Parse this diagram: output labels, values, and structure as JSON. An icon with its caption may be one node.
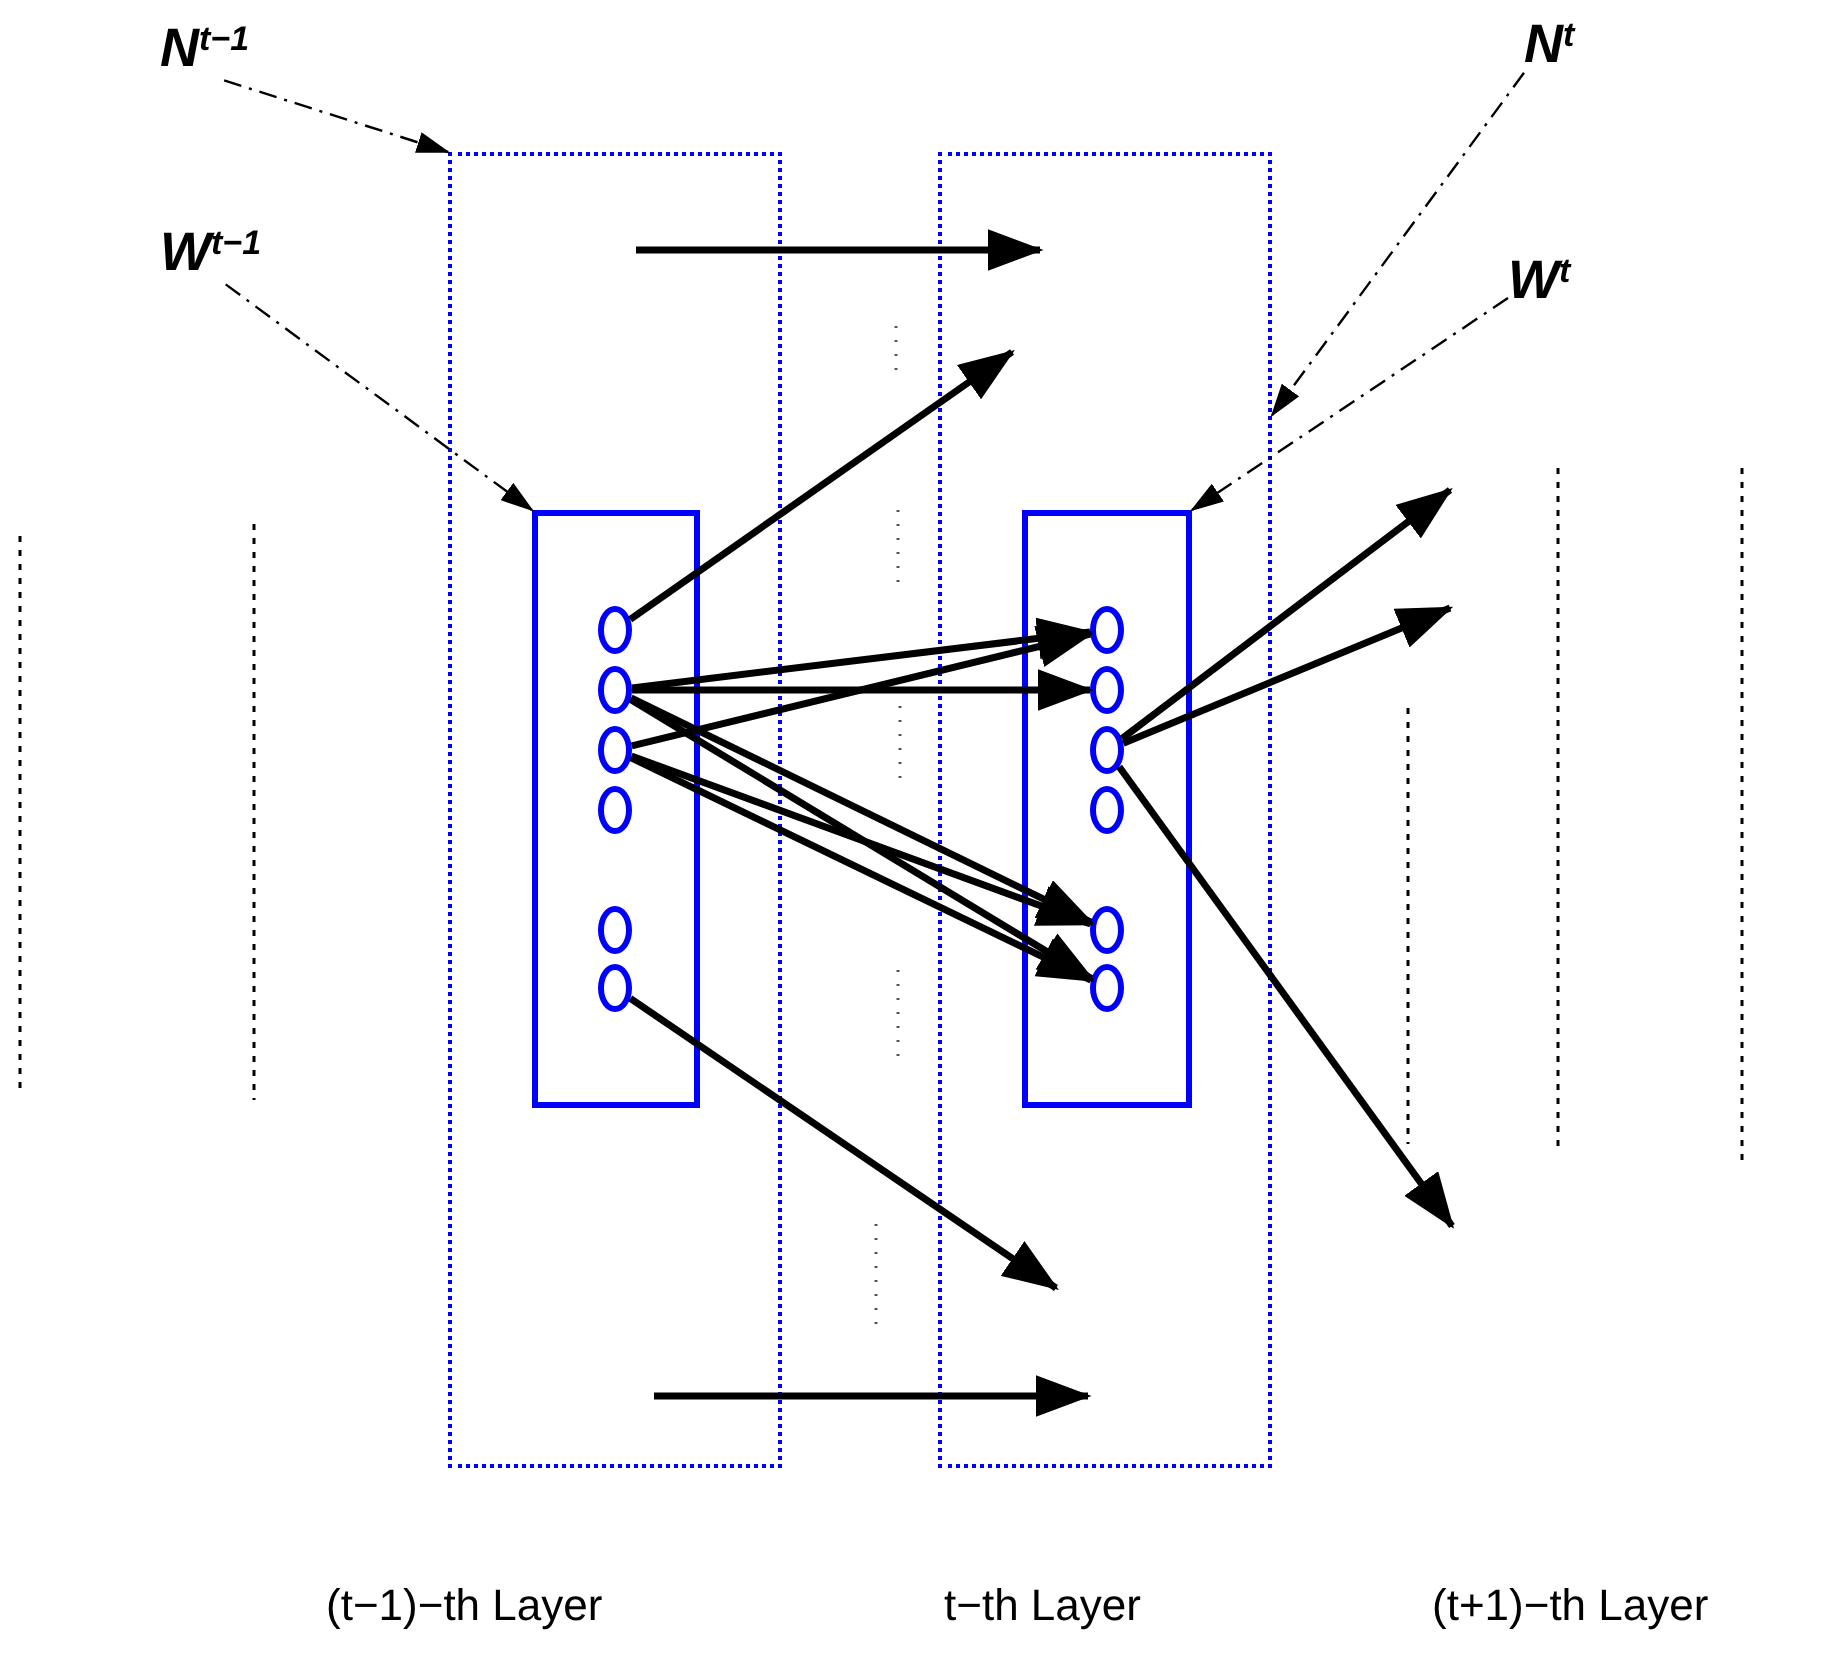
{
  "diagram": {
    "nodes": [
      {
        "text": [
          "N$^{t−1}$"
        ]
      },
      {
        "text": [
          "W$^{t−1}$"
        ]
      },
      {
        "text": [
          "N$^{t}$"
        ]
      },
      {
        "text": [
          "W$^{t}$"
        ]
      },
      {
        "text": [],
        "shape": "box"
      },
      {
        "text": [],
        "shape": "box"
      },
      {
        "text": [],
        "shape": "box",
        "in": 4
      },
      {
        "text": [],
        "shape": "box",
        "in": 5
      },
      {
        "text": [],
        "shape": "circle",
        "in": 6
      },
      {
        "text": [],
        "shape": "circle",
        "in": 6
      },
      {
        "text": [],
        "shape": "circle",
        "in": 6
      },
      {
        "text": [],
        "shape": "circle",
        "in": 6
      },
      {
        "text": [],
        "shape": "circle",
        "in": 6
      },
      {
        "text": [],
        "shape": "circle",
        "in": 6
      },
      {
        "text": [],
        "shape": "circle",
        "in": 7
      },
      {
        "text": [],
        "shape": "circle",
        "in": 7
      },
      {
        "text": [],
        "shape": "circle",
        "in": 7
      },
      {
        "text": [],
        "shape": "circle",
        "in": 7
      },
      {
        "text": [],
        "shape": "circle",
        "in": 7
      },
      {
        "text": [],
        "shape": "circle",
        "in": 7
      }
    ],
    "edges": [
      {
        "from": 0,
        "to": 4,
        "arrow": "to",
        "style": "dashed"
      },
      {
        "from": 1,
        "to": 6,
        "arrow": "to",
        "style": "dashed"
      },
      {
        "from": 2,
        "to": 5,
        "arrow": "to",
        "style": "dashed"
      },
      {
        "from": 3,
        "to": 7,
        "arrow": "to",
        "style": "dashed"
      },
      {
        "from": 8,
        "to": null,
        "arrow": "to"
      },
      {
        "from": 9,
        "to": 14,
        "arrow": "to"
      },
      {
        "from": 9,
        "to": 15,
        "arrow": "to"
      },
      {
        "from": 10,
        "to": 14,
        "arrow": "to"
      },
      {
        "from": 9,
        "to": 18,
        "arrow": "to"
      },
      {
        "from": 9,
        "to": 19,
        "arrow": "to"
      },
      {
        "from": 10,
        "to": 18,
        "arrow": "to"
      },
      {
        "from": 10,
        "to": 19,
        "arrow": "to"
      },
      {
        "from": 13,
        "to": null,
        "arrow": "to"
      },
      {
        "from": 16,
        "to": null,
        "arrow": "to"
      },
      {
        "from": 16,
        "to": null,
        "arrow": "to"
      },
      {
        "from": 16,
        "to": null,
        "arrow": "to"
      }
    ],
    "labels": [
      "(t−1)−th Layer",
      "t−th Layer",
      "(t+1)−th Layer"
    ]
  }
}
